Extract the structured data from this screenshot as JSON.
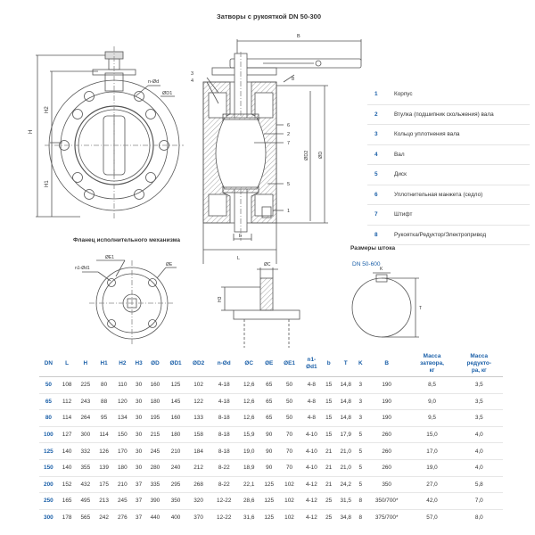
{
  "header": {
    "title": "Затворы с рукояткой DN 50-300"
  },
  "views": {
    "flange_title": "Фланец исполнительного механизма",
    "stem_title": "Размеры штока",
    "stem_range": "DN 50-600",
    "front_labels": {
      "n_d": "n-Ød",
      "d1": "ØD1",
      "h": "H",
      "h1": "H1",
      "h2": "H2"
    },
    "side_labels": {
      "b": "B",
      "l": "L",
      "d": "ØD",
      "d2": "ØD2",
      "b_small": "b",
      "n1": "1",
      "n2": "2",
      "n3": "3",
      "n4": "4",
      "n5": "5",
      "n6": "6",
      "n7": "7",
      "n8": "8"
    },
    "flange_labels": {
      "e1": "ØE1",
      "n1_d1": "n1-Ød1",
      "e": "ØE"
    },
    "stem_labels": {
      "c": "ØC",
      "h3": "H3",
      "k": "K",
      "t": "T"
    }
  },
  "legend": [
    {
      "num": "1",
      "label": "Корпус"
    },
    {
      "num": "2",
      "label": "Втулка (подшипник скольжения) вала"
    },
    {
      "num": "3",
      "label": "Кольцо уплотнения вала"
    },
    {
      "num": "4",
      "label": "Вал"
    },
    {
      "num": "5",
      "label": "Диск"
    },
    {
      "num": "6",
      "label": "Уплотнительная манжета (седло)"
    },
    {
      "num": "7",
      "label": "Штифт"
    },
    {
      "num": "8",
      "label": "Рукоятка/Редуктор/Электропривод"
    }
  ],
  "table": {
    "headers": [
      "DN",
      "L",
      "H",
      "H1",
      "H2",
      "H3",
      "ØD",
      "ØD1",
      "ØD2",
      "n-Ød",
      "ØC",
      "ØE",
      "ØE1",
      "n1-\nØd1",
      "b",
      "T",
      "K",
      "B",
      "Масса\nзатвора,\nкг",
      "Масса\nредукто-\nра, кг"
    ],
    "rows": [
      [
        "50",
        "108",
        "225",
        "80",
        "110",
        "30",
        "160",
        "125",
        "102",
        "4-18",
        "12,6",
        "65",
        "50",
        "4-8",
        "15",
        "14,8",
        "3",
        "190",
        "8,5",
        "3,5"
      ],
      [
        "65",
        "112",
        "243",
        "88",
        "120",
        "30",
        "180",
        "145",
        "122",
        "4-18",
        "12,6",
        "65",
        "50",
        "4-8",
        "15",
        "14,8",
        "3",
        "190",
        "9,0",
        "3,5"
      ],
      [
        "80",
        "114",
        "264",
        "95",
        "134",
        "30",
        "195",
        "160",
        "133",
        "8-18",
        "12,6",
        "65",
        "50",
        "4-8",
        "15",
        "14,8",
        "3",
        "190",
        "9,5",
        "3,5"
      ],
      [
        "100",
        "127",
        "300",
        "114",
        "150",
        "30",
        "215",
        "180",
        "158",
        "8-18",
        "15,9",
        "90",
        "70",
        "4-10",
        "15",
        "17,9",
        "5",
        "260",
        "15,0",
        "4,0"
      ],
      [
        "125",
        "140",
        "332",
        "126",
        "170",
        "30",
        "245",
        "210",
        "184",
        "8-18",
        "19,0",
        "90",
        "70",
        "4-10",
        "21",
        "21,0",
        "5",
        "260",
        "17,0",
        "4,0"
      ],
      [
        "150",
        "140",
        "355",
        "139",
        "180",
        "30",
        "280",
        "240",
        "212",
        "8-22",
        "18,9",
        "90",
        "70",
        "4-10",
        "21",
        "21,0",
        "5",
        "260",
        "19,0",
        "4,0"
      ],
      [
        "200",
        "152",
        "432",
        "175",
        "210",
        "37",
        "335",
        "295",
        "268",
        "8-22",
        "22,1",
        "125",
        "102",
        "4-12",
        "21",
        "24,2",
        "5",
        "350",
        "27,0",
        "5,8"
      ],
      [
        "250",
        "165",
        "495",
        "213",
        "245",
        "37",
        "390",
        "350",
        "320",
        "12-22",
        "28,6",
        "125",
        "102",
        "4-12",
        "25",
        "31,5",
        "8",
        "350/700*",
        "42,0",
        "7,0"
      ],
      [
        "300",
        "178",
        "565",
        "242",
        "276",
        "37",
        "440",
        "400",
        "370",
        "12-22",
        "31,6",
        "125",
        "102",
        "4-12",
        "25",
        "34,8",
        "8",
        "375/700*",
        "57,0",
        "8,0"
      ]
    ]
  },
  "colors": {
    "accent": "#1a5fa8",
    "line": "#555555",
    "hatch": "#999999"
  }
}
